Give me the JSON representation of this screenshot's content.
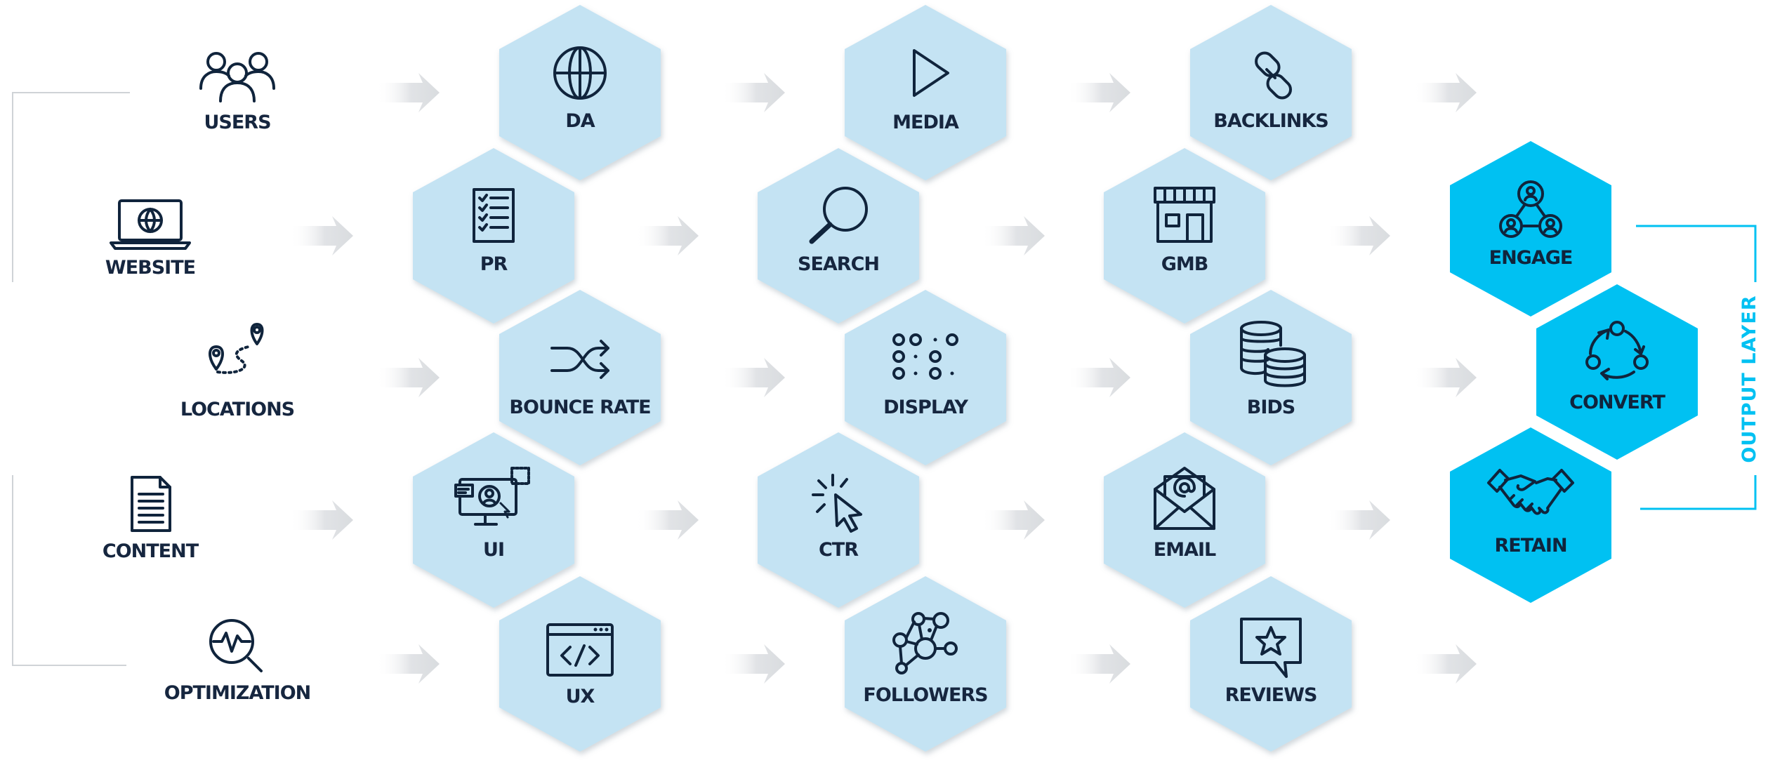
{
  "inputs": [
    {
      "label": "USERS",
      "icon": "users-icon"
    },
    {
      "label": "WEBSITE",
      "icon": "laptop-globe-icon"
    },
    {
      "label": "LOCATIONS",
      "icon": "map-route-icon"
    },
    {
      "label": "CONTENT",
      "icon": "document-icon"
    },
    {
      "label": "OPTIMIZATION",
      "icon": "pulse-search-icon"
    }
  ],
  "hexes": [
    {
      "label": "DA",
      "icon": "globe-icon"
    },
    {
      "label": "MEDIA",
      "icon": "play-icon"
    },
    {
      "label": "BACKLINKS",
      "icon": "chain-link-icon"
    },
    {
      "label": "PR",
      "icon": "checklist-icon"
    },
    {
      "label": "SEARCH",
      "icon": "magnifier-icon"
    },
    {
      "label": "GMB",
      "icon": "storefront-icon"
    },
    {
      "label": "BOUNCE RATE",
      "icon": "shuffle-icon"
    },
    {
      "label": "DISPLAY",
      "icon": "dots-grid-icon"
    },
    {
      "label": "BIDS",
      "icon": "coins-icon"
    },
    {
      "label": "UI",
      "icon": "monitor-ui-icon"
    },
    {
      "label": "CTR",
      "icon": "cursor-click-icon"
    },
    {
      "label": "EMAIL",
      "icon": "envelope-icon"
    },
    {
      "label": "UX",
      "icon": "code-window-icon"
    },
    {
      "label": "FOLLOWERS",
      "icon": "network-icon"
    },
    {
      "label": "REVIEWS",
      "icon": "star-bubble-icon"
    }
  ],
  "outputs": [
    {
      "label": "ENGAGE",
      "icon": "people-network-icon"
    },
    {
      "label": "CONVERT",
      "icon": "cycle-icon"
    },
    {
      "label": "RETAIN",
      "icon": "handshake-icon"
    }
  ],
  "output_layer_label": "OUTPUT LAYER",
  "colors": {
    "hex_fill": "#c4e3f3",
    "output_fill": "#00c1f2",
    "text": "#16263f",
    "arrow": "#e3e5e8"
  }
}
